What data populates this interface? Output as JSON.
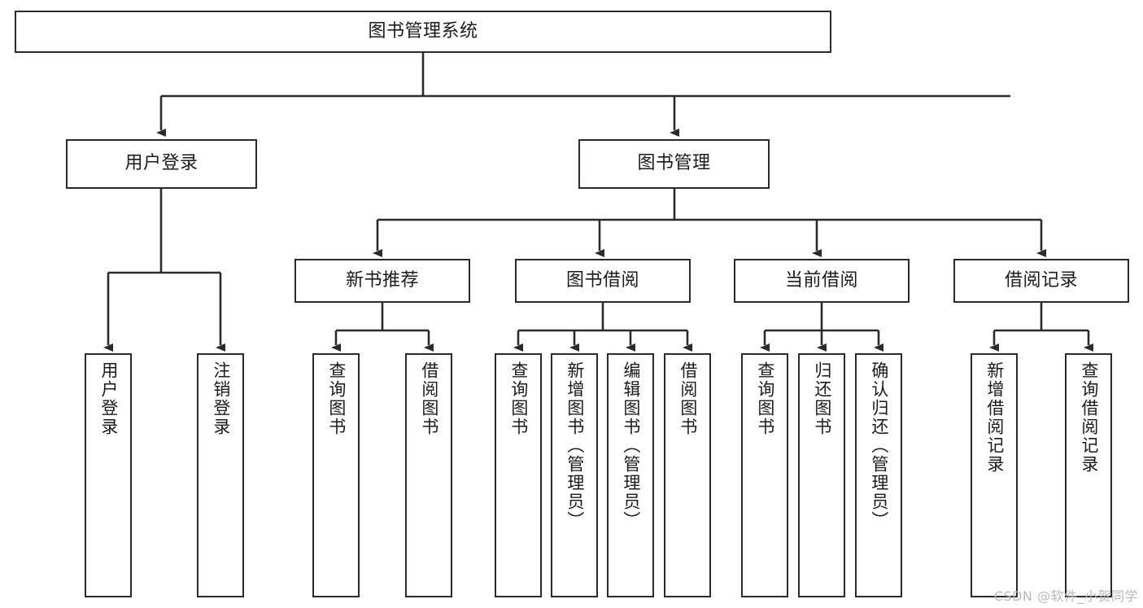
{
  "diagram": {
    "title": "图书管理系统",
    "type": "functional-structure-tree",
    "watermark": "CSDN @软件_小贺同学",
    "line_color": "#2b2b2b",
    "box_fill": "#ffffff",
    "text_color": "#1b1b1b"
  },
  "root": {
    "label": "图书管理系统"
  },
  "level2": [
    {
      "label": "用户登录"
    },
    {
      "label": "图书管理"
    }
  ],
  "level3": [
    {
      "label": "新书推荐"
    },
    {
      "label": "图书借阅"
    },
    {
      "label": "当前借阅"
    },
    {
      "label": "借阅记录"
    }
  ],
  "leaves": {
    "user_login": [
      {
        "label": "用户登录"
      },
      {
        "label": "注销登录"
      }
    ],
    "new_book": [
      {
        "label": "查询图书"
      },
      {
        "label": "借阅图书"
      }
    ],
    "book_borrow": [
      {
        "label": "查询图书"
      },
      {
        "label": "新增图书（管理员）"
      },
      {
        "label": "编辑图书（管理员）"
      },
      {
        "label": "借阅图书"
      }
    ],
    "current_borrow": [
      {
        "label": "查询图书"
      },
      {
        "label": "归还图书"
      },
      {
        "label": "确认归还（管理员）"
      }
    ],
    "borrow_record": [
      {
        "label": "新增借阅记录"
      },
      {
        "label": "查询借阅记录"
      }
    ]
  }
}
